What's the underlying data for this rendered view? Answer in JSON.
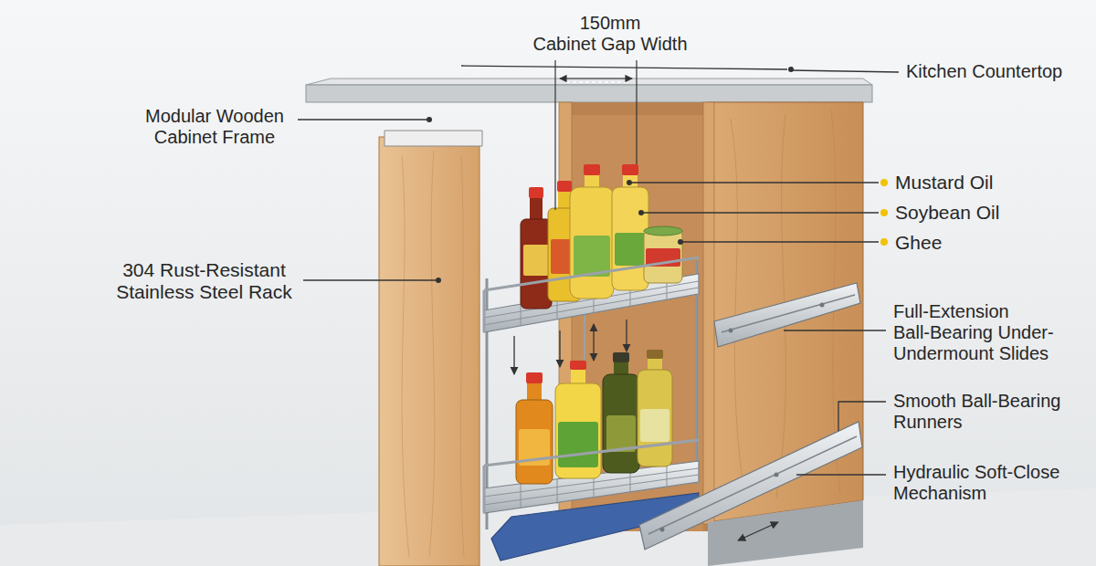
{
  "diagram": {
    "labels": [
      "150mm",
      "Cabinet Gap Width",
      "Kitchen Countertop",
      "Modular Wooden Cabinet Frame",
      "304 Rust-Resistant Stainless Steel Rack",
      "Mustard Oil",
      "Soybean Oil",
      "Ghee",
      "Full-Extension Ball-Bearing Under- Undermount Slides",
      "Smooth Ball-Bearing Runners",
      "Hydraulic Soft-Close Mechanism"
    ]
  }
}
